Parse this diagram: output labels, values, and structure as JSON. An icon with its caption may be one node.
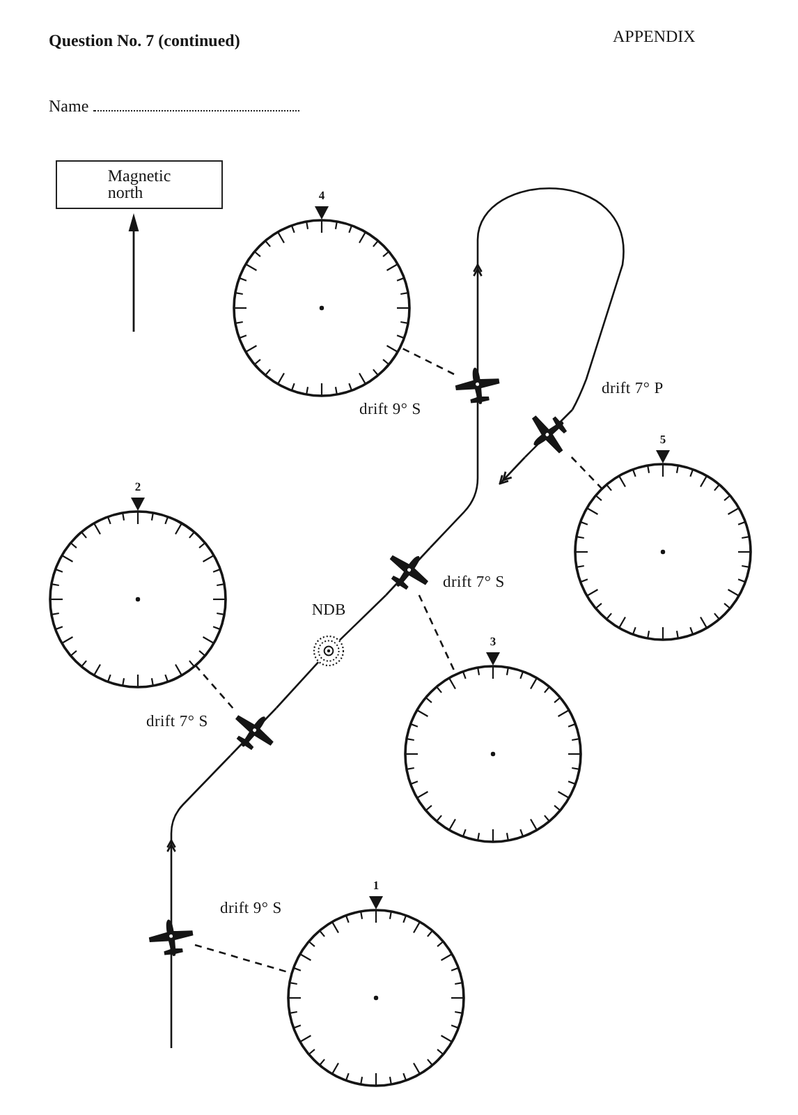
{
  "diagram": {
    "title": "Question No. 7 (continued)",
    "nodes": [
      {
        "text": [
          "Magnetic north"
        ]
      },
      {
        "text": [
          "4"
        ]
      },
      {
        "text": [],
        "shape": "picture"
      },
      {
        "text": [],
        "shape": "picture",
        "beside": [
          "drift 7° P"
        ]
      },
      {
        "text": [
          "5"
        ]
      },
      {
        "text": [
          "2"
        ]
      },
      {
        "text": [],
        "shape": "picture",
        "beside": [
          "drift 7° S"
        ]
      },
      {
        "text": [
          "NDB"
        ]
      },
      {
        "text": [
          "3"
        ]
      },
      {
        "text": [],
        "shape": "picture",
        "beside": [
          "drift 7° S"
        ]
      },
      {
        "text": [
          "1"
        ]
      },
      {
        "text": [],
        "shape": "picture"
      }
    ],
    "edges": [
      {
        "from": 2,
        "to": 1,
        "arrow": "none",
        "style": "dashed"
      },
      {
        "from": 3,
        "to": 4,
        "arrow": "none",
        "style": "dashed"
      },
      {
        "from": 6,
        "to": 8,
        "arrow": "none",
        "style": "dashed"
      },
      {
        "from": 9,
        "to": 5,
        "arrow": "none",
        "style": "dashed"
      },
      {
        "from": 11,
        "to": 10,
        "arrow": "none",
        "style": "dashed"
      },
      {
        "from": null,
        "to": 11,
        "arrow": "none"
      },
      {
        "from": 11,
        "to": 9,
        "arrow": "to"
      },
      {
        "from": 9,
        "to": 7,
        "arrow": "none"
      },
      {
        "from": 7,
        "to": 6,
        "arrow": "none"
      },
      {
        "from": 6,
        "to": 2,
        "arrow": "none"
      },
      {
        "from": 2,
        "to": 3,
        "arrow": "to"
      },
      {
        "from": 3,
        "to": null,
        "arrow": "to"
      }
    ],
    "labels": [
      "APPENDIX",
      "Name",
      "drift 9° S",
      "drift 9° S"
    ]
  }
}
